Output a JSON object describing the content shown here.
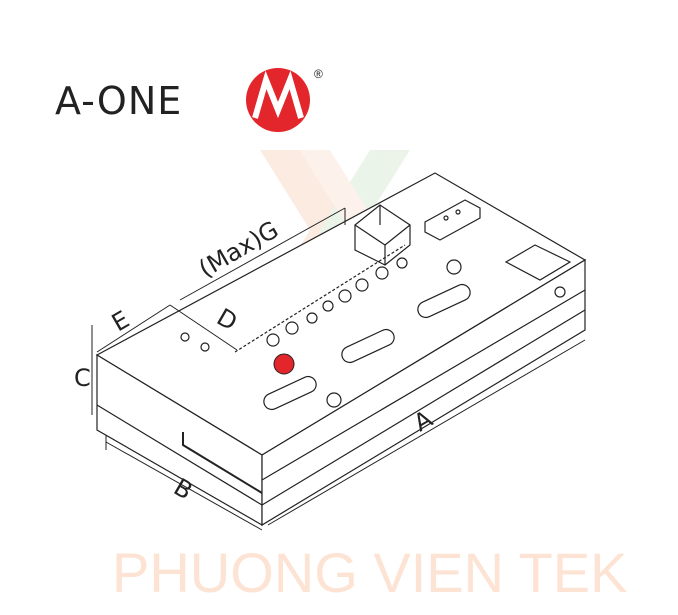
{
  "logo": {
    "brand": "A-ONE",
    "registered": "®",
    "accent": "#e3262b"
  },
  "watermark": {
    "text": "PHUONG VIEN TEK",
    "color": "#fde3d3"
  },
  "dimensions": {
    "a": "A",
    "b": "B",
    "c": "C",
    "d": "D",
    "e": "E",
    "g": "(Max)G"
  }
}
